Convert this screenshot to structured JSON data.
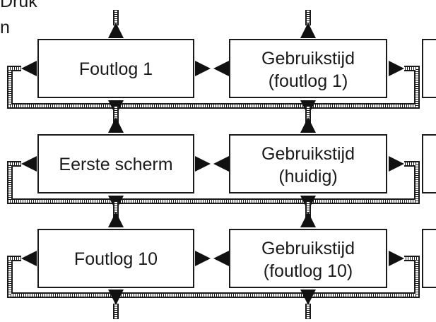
{
  "header_fragment": [
    "Druk",
    "n"
  ],
  "rows": [
    {
      "left": {
        "label": [
          "Foutlog 1"
        ]
      },
      "right": {
        "label": [
          "Gebruikstijd",
          "(foutlog 1)"
        ]
      }
    },
    {
      "left": {
        "label": [
          "Eerste scherm"
        ]
      },
      "right": {
        "label": [
          "Gebruikstijd",
          "(huidig)"
        ]
      }
    },
    {
      "left": {
        "label": [
          "Foutlog 10"
        ]
      },
      "right": {
        "label": [
          "Gebruikstijd",
          "(foutlog 10)"
        ]
      }
    }
  ]
}
